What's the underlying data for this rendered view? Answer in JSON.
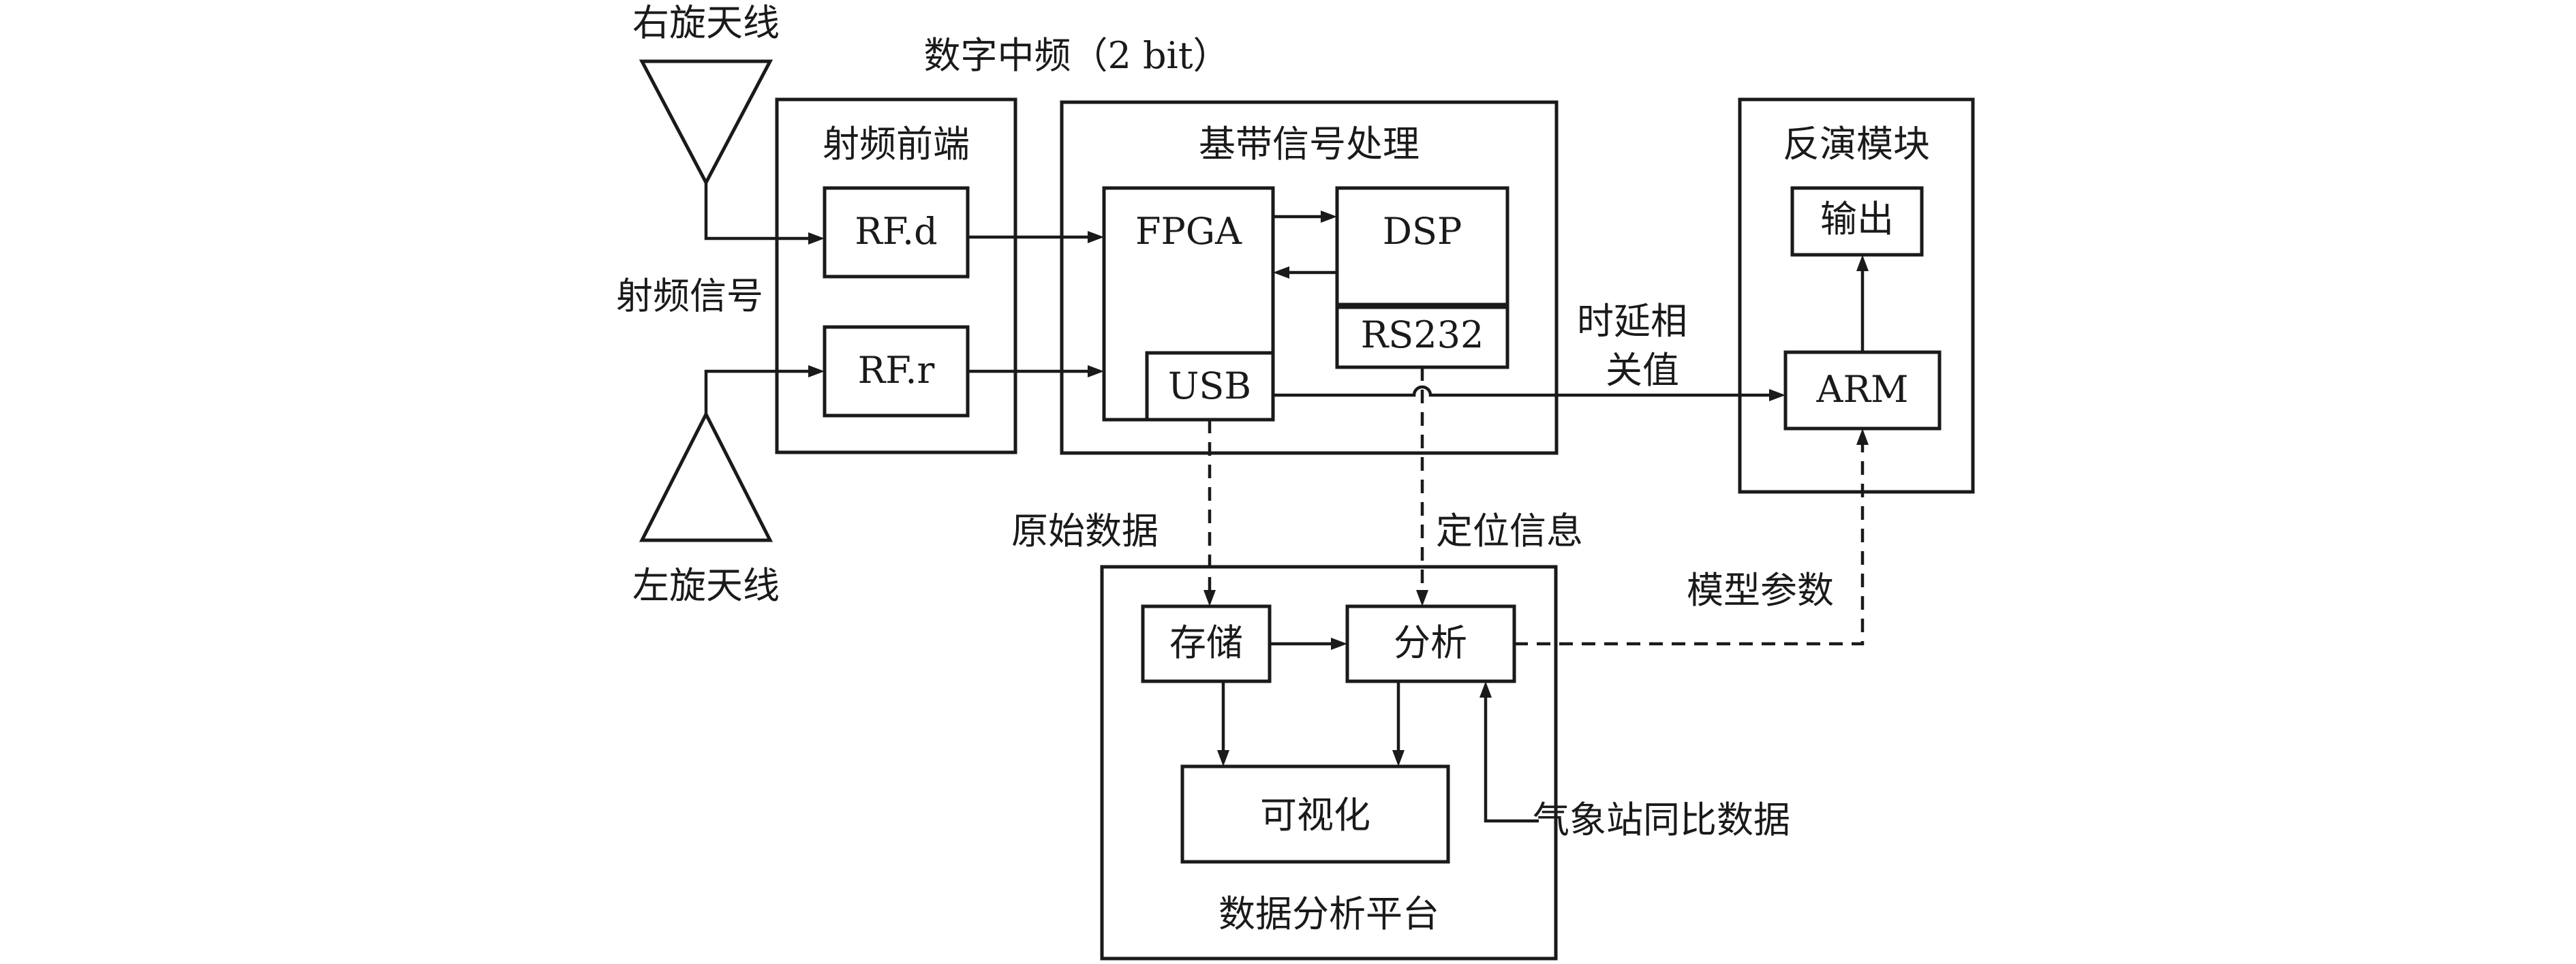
{
  "labels": {
    "antenna_right": "右旋天线",
    "antenna_left": "左旋天线",
    "rf_signal": "射频信号",
    "digital_if": "数字中频（2 bit）",
    "rf_frontend_title": "射频前端",
    "rf_d": "RF.d",
    "rf_r": "RF.r",
    "baseband_title": "基带信号处理",
    "fpga": "FPGA",
    "dsp": "DSP",
    "rs232": "RS232",
    "usb": "USB",
    "delay_corr_line1": "时延相",
    "delay_corr_line2": "关值",
    "inversion_title": "反演模块",
    "output": "输出",
    "arm": "ARM",
    "raw_data": "原始数据",
    "positioning_info": "定位信息",
    "model_params": "模型参数",
    "storage": "存储",
    "analysis": "分析",
    "visualization": "可视化",
    "weather_station": "气象站同比数据",
    "platform_title": "数据分析平台"
  }
}
